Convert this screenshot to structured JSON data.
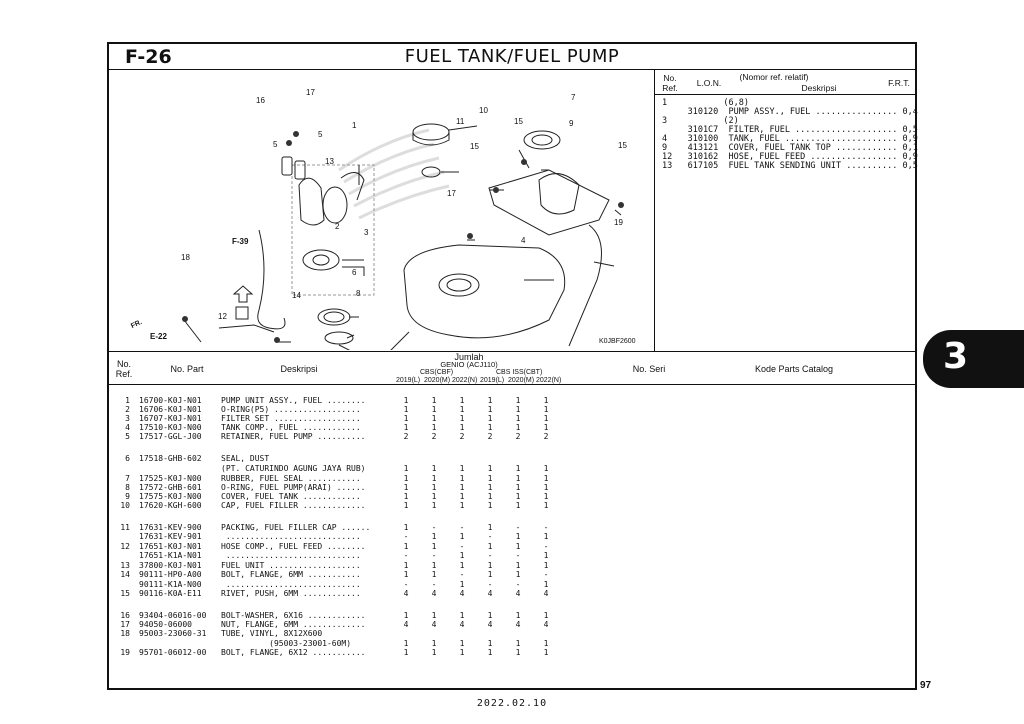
{
  "header": {
    "figure_code": "F-26",
    "title": "FUEL TANK/FUEL PUMP"
  },
  "diagram": {
    "figure_id": "K0JBF2600",
    "refs": [
      "F-39",
      "E-22",
      "FR."
    ],
    "callouts": [
      "1",
      "2",
      "3",
      "4",
      "5",
      "5",
      "6",
      "7",
      "8",
      "9",
      "10",
      "11",
      "12",
      "13",
      "14",
      "15",
      "15",
      "15",
      "16",
      "17",
      "17",
      "18",
      "19"
    ]
  },
  "ref_table": {
    "headers": {
      "no_ref": "No.\nRef.",
      "lon": "L.O.N.",
      "desc_top": "(Nomor ref. relatif)",
      "desc": "Deskripsi",
      "frt": "F.R.T."
    },
    "rows": [
      "1           (6,8)",
      "     310120  PUMP ASSY., FUEL ................ 0,4",
      "3           (2)",
      "     3101C7  FILTER, FUEL .................... 0,5",
      "4    310100  TANK, FUEL ...................... 0,9",
      "9    413121  COVER, FUEL TANK TOP ............ 0,1",
      "12   310162  HOSE, FUEL FEED ................. 0,9",
      "13   617105  FUEL TANK SENDING UNIT .......... 0,5"
    ]
  },
  "parts_table": {
    "headers": {
      "no_ref": "No.\nRef.",
      "no_part": "No. Part",
      "deskripsi": "Deskripsi",
      "jumlah": "Jumlah",
      "model": "GENIO (ACJ110)",
      "group1": "CBS(CBF)",
      "group2": "CBS ISS(CBT)",
      "years": [
        "2019(L)",
        "2020(M)",
        "2022(N)",
        "2019(L)",
        "2020(M)",
        "2022(N)"
      ],
      "no_seri": "No. Seri",
      "kode": "Kode Parts Catalog"
    },
    "rows": [
      {
        "ref": "1",
        "part": "16700-K0J-N01",
        "desc": "PUMP UNIT ASSY., FUEL ........",
        "q": [
          "1",
          "1",
          "1",
          "1",
          "1",
          "1"
        ]
      },
      {
        "ref": "2",
        "part": "16706-K0J-N01",
        "desc": "O-RING(P5) ..................",
        "q": [
          "1",
          "1",
          "1",
          "1",
          "1",
          "1"
        ]
      },
      {
        "ref": "3",
        "part": "16707-K0J-N01",
        "desc": "FILTER SET ..................",
        "q": [
          "1",
          "1",
          "1",
          "1",
          "1",
          "1"
        ]
      },
      {
        "ref": "4",
        "part": "17510-K0J-N00",
        "desc": "TANK COMP., FUEL ............",
        "q": [
          "1",
          "1",
          "1",
          "1",
          "1",
          "1"
        ]
      },
      {
        "ref": "5",
        "part": "17517-GGL-J00",
        "desc": "RETAINER, FUEL PUMP ..........",
        "q": [
          "2",
          "2",
          "2",
          "2",
          "2",
          "2"
        ]
      },
      {
        "ref": "6",
        "part": "17518-GHB-602",
        "desc": "SEAL, DUST",
        "q": [
          "",
          "",
          "",
          "",
          "",
          ""
        ]
      },
      {
        "ref": "",
        "part": "",
        "desc": "(PT. CATURINDO AGUNG JAYA RUB)",
        "q": [
          "1",
          "1",
          "1",
          "1",
          "1",
          "1"
        ]
      },
      {
        "ref": "7",
        "part": "17525-K0J-N00",
        "desc": "RUBBER, FUEL SEAL ...........",
        "q": [
          "1",
          "1",
          "1",
          "1",
          "1",
          "1"
        ]
      },
      {
        "ref": "8",
        "part": "17572-GHB-601",
        "desc": "O-RING, FUEL PUMP(ARAI) ......",
        "q": [
          "1",
          "1",
          "1",
          "1",
          "1",
          "1"
        ]
      },
      {
        "ref": "9",
        "part": "17575-K0J-N00",
        "desc": "COVER, FUEL TANK ............",
        "q": [
          "1",
          "1",
          "1",
          "1",
          "1",
          "1"
        ]
      },
      {
        "ref": "10",
        "part": "17620-KGH-600",
        "desc": "CAP, FUEL FILLER .............",
        "q": [
          "1",
          "1",
          "1",
          "1",
          "1",
          "1"
        ]
      },
      {
        "ref": "11",
        "part": "17631-KEV-900",
        "desc": "PACKING, FUEL FILLER CAP ......",
        "q": [
          "1",
          "-",
          "-",
          "1",
          "-",
          "-"
        ]
      },
      {
        "ref": "",
        "part": "17631-KEV-901",
        "desc": " ............................",
        "q": [
          "-",
          "1",
          "1",
          "-",
          "1",
          "1"
        ]
      },
      {
        "ref": "12",
        "part": "17651-K0J-N01",
        "desc": "HOSE COMP., FUEL FEED ........",
        "q": [
          "1",
          "1",
          "-",
          "1",
          "1",
          "-"
        ]
      },
      {
        "ref": "",
        "part": "17651-K1A-N01",
        "desc": " ............................",
        "q": [
          "-",
          "-",
          "1",
          "-",
          "-",
          "1"
        ]
      },
      {
        "ref": "13",
        "part": "37800-K0J-N01",
        "desc": "FUEL UNIT ...................",
        "q": [
          "1",
          "1",
          "1",
          "1",
          "1",
          "1"
        ]
      },
      {
        "ref": "14",
        "part": "90111-HP0-A00",
        "desc": "BOLT, FLANGE, 6MM ...........",
        "q": [
          "1",
          "1",
          "-",
          "1",
          "1",
          "-"
        ]
      },
      {
        "ref": "",
        "part": "90111-K1A-N00",
        "desc": " ............................",
        "q": [
          "-",
          "-",
          "1",
          "-",
          "-",
          "1"
        ]
      },
      {
        "ref": "15",
        "part": "90116-K0A-E11",
        "desc": "RIVET, PUSH, 6MM ............",
        "q": [
          "4",
          "4",
          "4",
          "4",
          "4",
          "4"
        ]
      },
      {
        "ref": "16",
        "part": "93404-06016-00",
        "desc": "BOLT-WASHER, 6X16 ............",
        "q": [
          "1",
          "1",
          "1",
          "1",
          "1",
          "1"
        ]
      },
      {
        "ref": "17",
        "part": "94050-06000",
        "desc": "NUT, FLANGE, 6MM .............",
        "q": [
          "4",
          "4",
          "4",
          "4",
          "4",
          "4"
        ]
      },
      {
        "ref": "18",
        "part": "95003-23060-31",
        "desc": "TUBE, VINYL, 8X12X600",
        "q": [
          "",
          "",
          "",
          "",
          "",
          ""
        ]
      },
      {
        "ref": "",
        "part": "",
        "desc": "          (95003-23001-60M)",
        "q": [
          "1",
          "1",
          "1",
          "1",
          "1",
          "1"
        ]
      },
      {
        "ref": "19",
        "part": "95701-06012-00",
        "desc": "BOLT, FLANGE, 6X12 ...........",
        "q": [
          "1",
          "1",
          "1",
          "1",
          "1",
          "1"
        ]
      }
    ]
  },
  "side_tab": "3",
  "page_number": "97",
  "footer_date": "2022.02.10"
}
